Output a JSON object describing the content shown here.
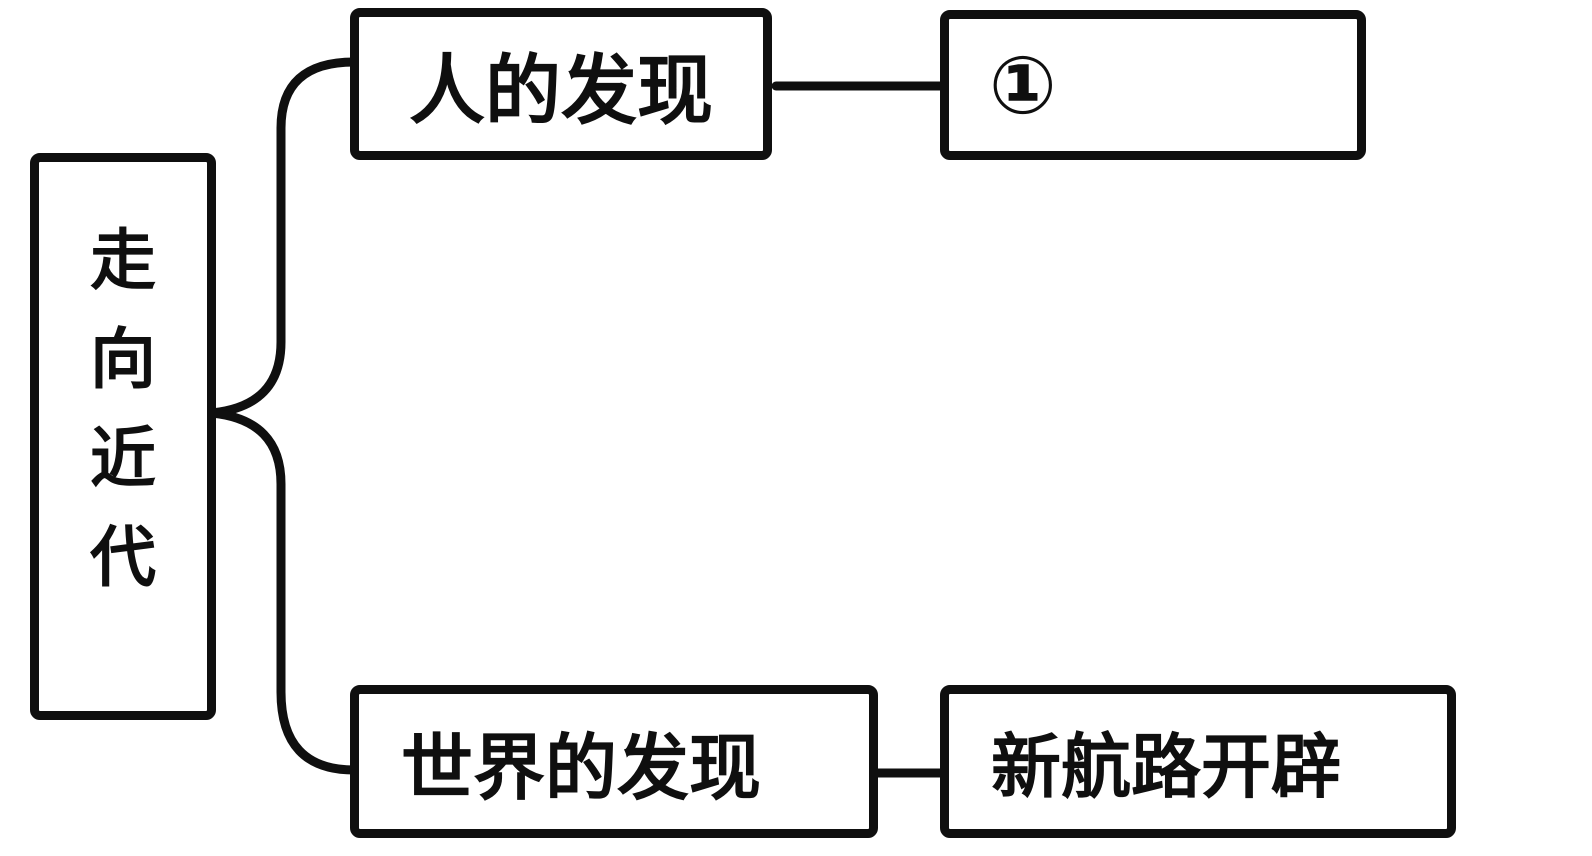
{
  "diagram": {
    "type": "mindmap",
    "root": {
      "label": "走向近代"
    },
    "branches": [
      {
        "label": "人的发现",
        "result": "①"
      },
      {
        "label": "世界的发现",
        "result": "新航路开辟"
      }
    ]
  },
  "colors": {
    "line": "#0f0f0f",
    "background": "#ffffff",
    "text": "#0f0f0f"
  }
}
